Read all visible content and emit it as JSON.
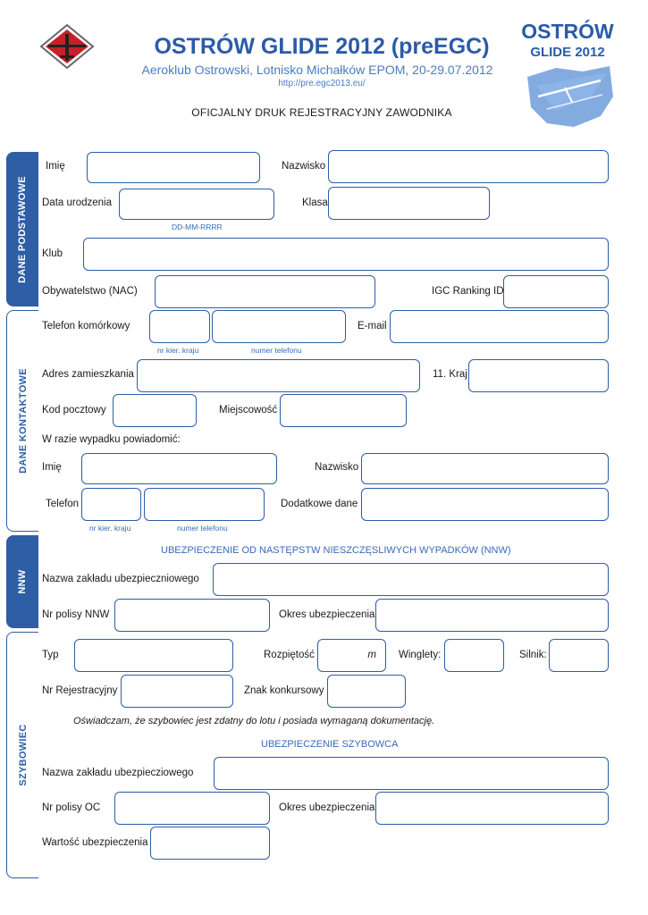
{
  "header": {
    "title": "OSTRÓW GLIDE 2012 (preEGC)",
    "subtitle": "Aeroklub Ostrowski, Lotnisko Michałków EPOM, 20-29.07.2012",
    "url": "http://pre.egc2013.eu/",
    "form_title": "OFICJALNY DRUK REJESTRACYJNY ZAWODNIKA",
    "logo_right_title": "OSTRÓW",
    "logo_right_sub": "GLIDE 2012"
  },
  "tabs": {
    "basic": "DANE PODSTAWOWE",
    "contact": "DANE KONTAKTOWE",
    "nnw": "NNW",
    "glider": "SZYBOWIEC"
  },
  "basic": {
    "first_name": "Imię",
    "last_name": "Nazwisko",
    "birth_date": "Data urodzenia",
    "birth_date_hint": "DD-MM-RRRR",
    "class": "Klasa",
    "club": "Klub",
    "citizenship": "Obywatelstwo (NAC)",
    "igc_ranking": "IGC Ranking ID"
  },
  "contact": {
    "mobile": "Telefon komórkowy",
    "area_code_hint": "nr kier. kraju",
    "phone_number_hint": "numer telefonu",
    "email": "E-mail",
    "address": "Adres zamieszkania",
    "country": "11. Kraj",
    "postal_code": "Kod pocztowy",
    "city": "Miejscowość",
    "emergency": "W razie wypadku powiadomić:",
    "em_first_name": "Imię",
    "em_last_name": "Nazwisko",
    "em_phone": "Telefon",
    "em_extra": "Dodatkowe dane",
    "em_area_code_hint": "nr kier. kraju",
    "em_phone_number_hint": "numer telefonu"
  },
  "nnw": {
    "section_title": "UBEZPIECZENIE OD NASTĘPSTW NIESZCZĘSLIWYCH WYPADKÓW (NNW)",
    "insurer": "Nazwa zakładu ubezpieczniowego",
    "policy_no": "Nr polisy NNW",
    "period": "Okres ubezpieczenia"
  },
  "glider": {
    "type": "Typ",
    "span": "Rozpiętość",
    "span_unit": "m",
    "winglets": "Winglety:",
    "engine": "Silnik:",
    "registration": "Nr Rejestracyjny",
    "contest_id": "Znak konkursowy",
    "declaration": "Oświadczam, że szybowiec jest zdatny do lotu i posiada wymaganą dokumentację.",
    "insurance_title": "UBEZPIECZENIE SZYBOWCA",
    "insurer": "Nazwa zakładu ubezpiecziowego",
    "policy_oc": "Nr polisy OC",
    "period": "Okres ubezpieczenia",
    "value": "Wartość ubezpieczenia"
  },
  "colors": {
    "accent": "#2d5ea6",
    "title": "#2a5ba8",
    "link": "#4a7cc0"
  }
}
